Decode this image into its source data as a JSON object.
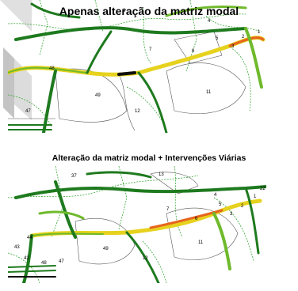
{
  "maps": [
    {
      "title": "Apenas alteração da matriz modal",
      "zone_labels": [
        "1",
        "2",
        "3",
        "4",
        "5",
        "6",
        "7",
        "9",
        "11",
        "12",
        "47",
        "48",
        "49"
      ]
    },
    {
      "title": "Alteração da matriz modal + Intervenções Viárias",
      "zone_labels": [
        "1",
        "2",
        "3",
        "4",
        "5",
        "6",
        "7",
        "11",
        "12",
        "13",
        "22",
        "37",
        "42",
        "43",
        "44",
        "47",
        "48",
        "49"
      ]
    }
  ],
  "colors": {
    "high": "#1e7a1e",
    "medium": "#6fba2c",
    "low": "#e6d21e",
    "critical": "#e6641e",
    "zone_boundary": "#3aa83a",
    "zone_line": "#555555"
  }
}
